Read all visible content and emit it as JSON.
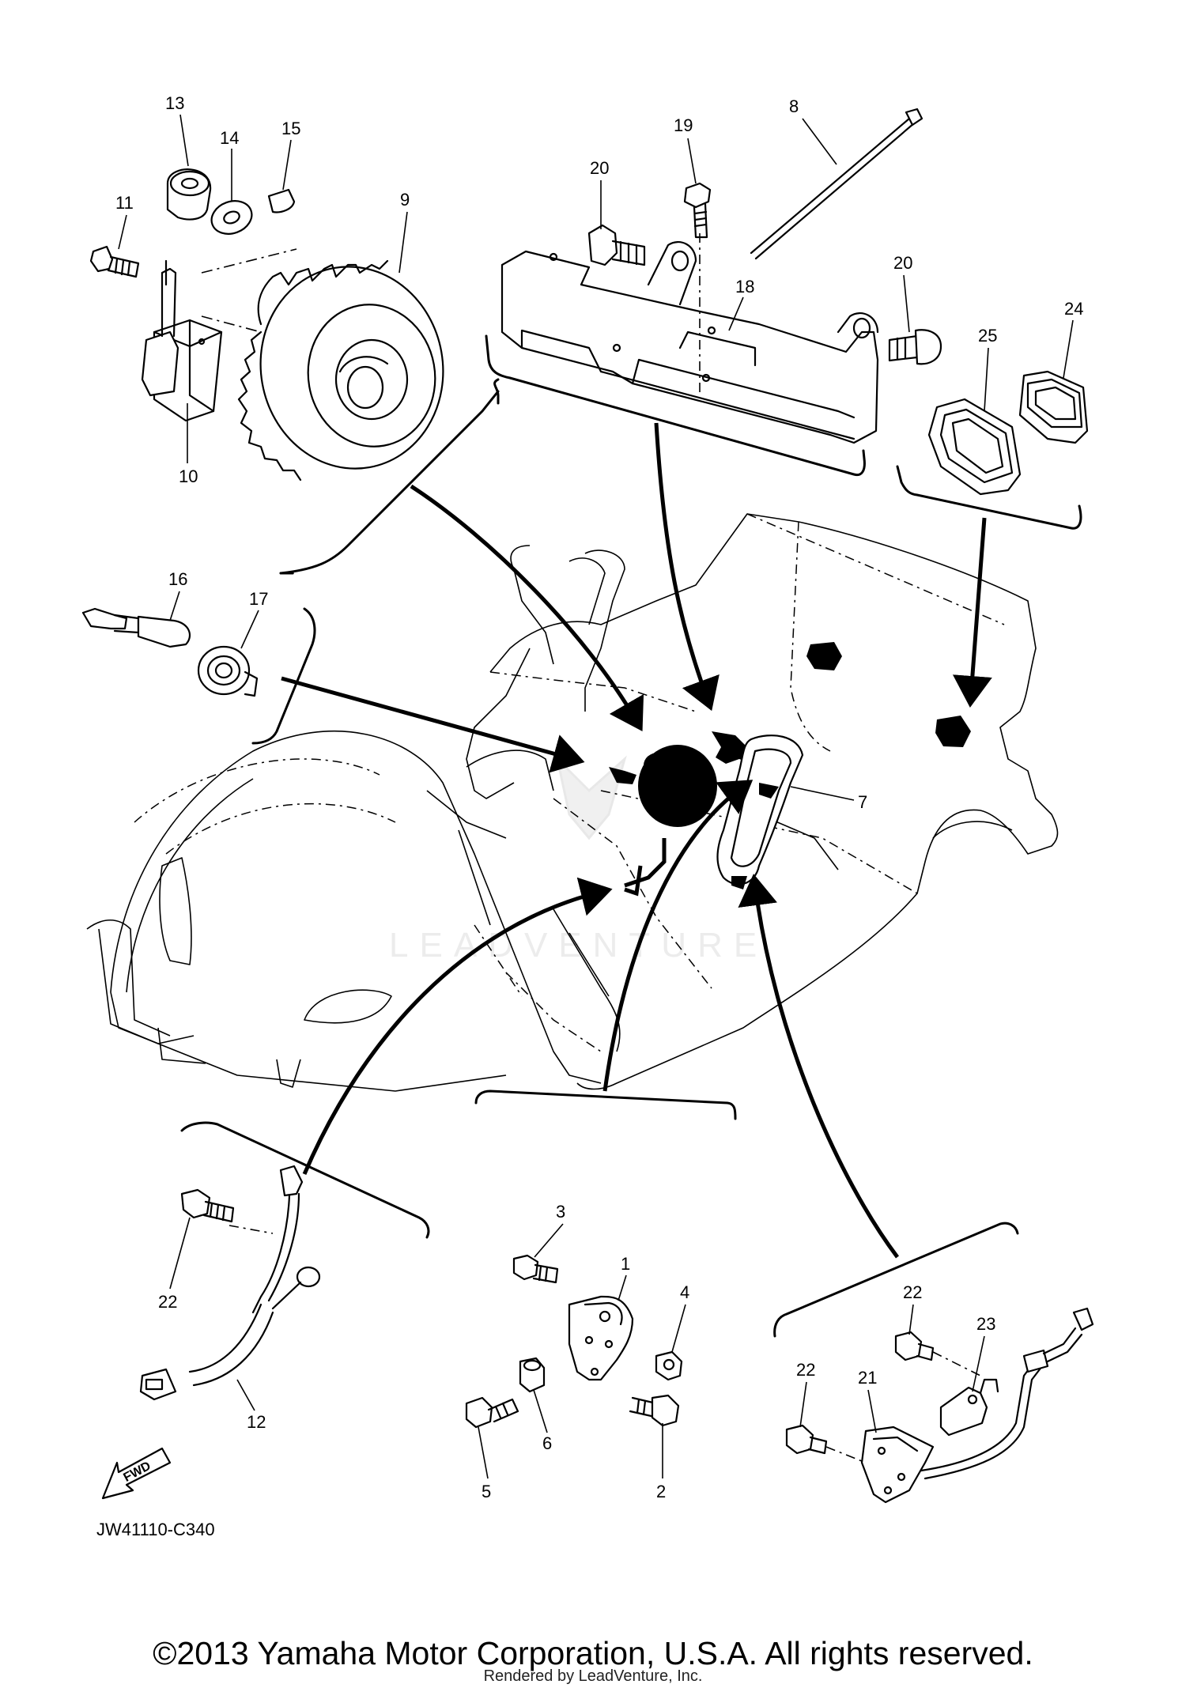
{
  "diagram": {
    "drawing_code": "JW41110-C340",
    "fwd_label": "FWD",
    "watermark": "LEADVENTURE",
    "copyright": "©2013 Yamaha Motor Corporation, U.S.A. All rights reserved.",
    "rendered_by": "Rendered by LeadVenture, Inc."
  },
  "callouts": [
    {
      "id": "c1",
      "text": "1"
    },
    {
      "id": "c2",
      "text": "2"
    },
    {
      "id": "c3",
      "text": "3"
    },
    {
      "id": "c4",
      "text": "4"
    },
    {
      "id": "c5",
      "text": "5"
    },
    {
      "id": "c6",
      "text": "6"
    },
    {
      "id": "c7",
      "text": "7"
    },
    {
      "id": "c8",
      "text": "8"
    },
    {
      "id": "c9",
      "text": "9"
    },
    {
      "id": "c10",
      "text": "10"
    },
    {
      "id": "c11",
      "text": "11"
    },
    {
      "id": "c12",
      "text": "12"
    },
    {
      "id": "c13",
      "text": "13"
    },
    {
      "id": "c14",
      "text": "14"
    },
    {
      "id": "c15",
      "text": "15"
    },
    {
      "id": "c16",
      "text": "16"
    },
    {
      "id": "c17",
      "text": "17"
    },
    {
      "id": "c18",
      "text": "18"
    },
    {
      "id": "c19",
      "text": "19"
    },
    {
      "id": "c20a",
      "text": "20"
    },
    {
      "id": "c20b",
      "text": "20"
    },
    {
      "id": "c21",
      "text": "21"
    },
    {
      "id": "c22a",
      "text": "22"
    },
    {
      "id": "c22b",
      "text": "22"
    },
    {
      "id": "c22c",
      "text": "22"
    },
    {
      "id": "c23",
      "text": "23"
    },
    {
      "id": "c24",
      "text": "24"
    },
    {
      "id": "c25",
      "text": "25"
    }
  ]
}
